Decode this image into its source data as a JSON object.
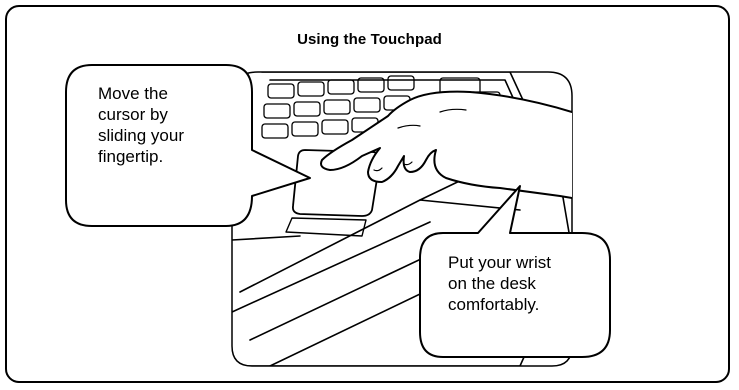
{
  "title": "Using the Touchpad",
  "callouts": [
    {
      "id": "move-cursor",
      "text": "Move the\ncursor by\nsliding your\nfingertip."
    },
    {
      "id": "wrist",
      "text": "Put your wrist\non the desk\ncomfortably."
    }
  ],
  "illustration": {
    "subject": "hand-on-laptop-touchpad",
    "colors": {
      "stroke": "#000000",
      "fill": "#ffffff"
    }
  }
}
